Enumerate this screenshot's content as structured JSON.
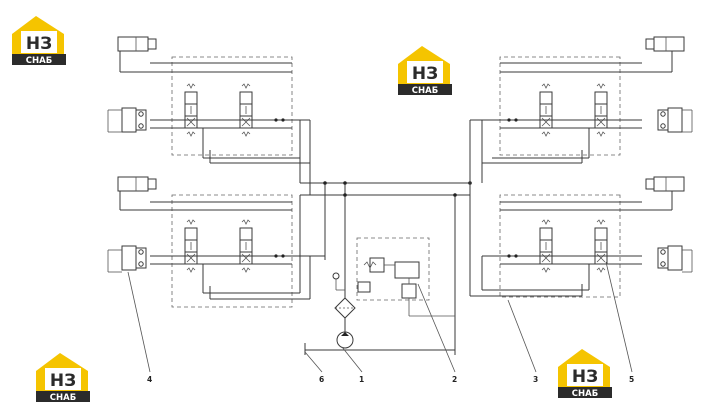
{
  "callouts": {
    "c1": "1",
    "c2": "2",
    "c3": "3",
    "c4": "4",
    "c5": "5",
    "c6": "6"
  },
  "watermark": {
    "letters": "НЗ",
    "sub": "СНАБ",
    "colors": {
      "yellow": "#f5c400",
      "dark": "#2b2b2b"
    }
  }
}
